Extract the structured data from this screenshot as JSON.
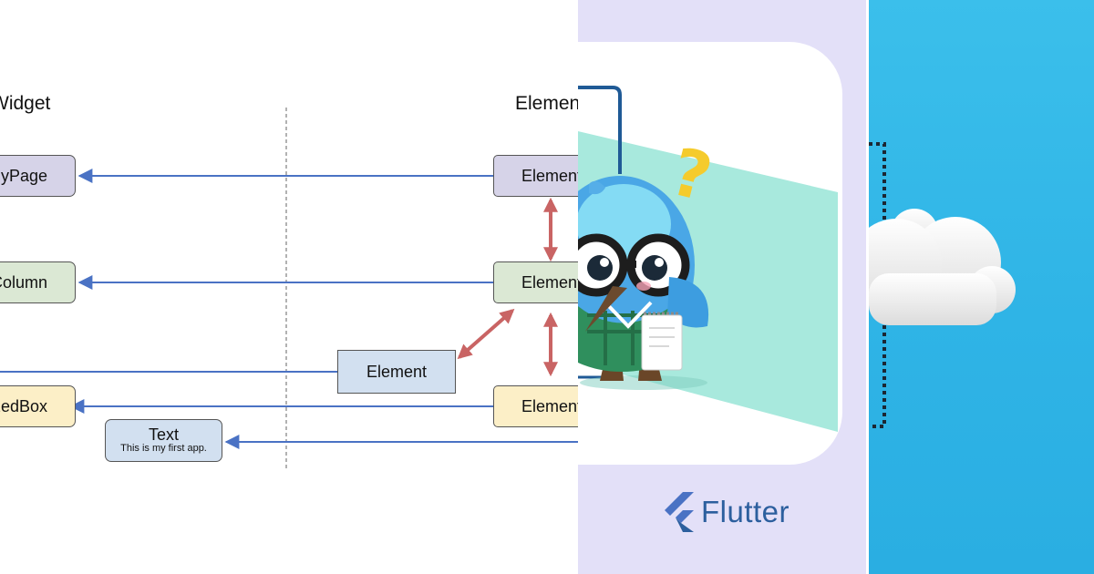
{
  "diagram": {
    "widget_header": "Widget",
    "element_header": "Element",
    "widgets": {
      "my_page": "MyPage",
      "column": "Column",
      "sized_box": "SizedBox",
      "text": {
        "title": "Text",
        "subtitle": "This is my first app."
      }
    },
    "elements": {
      "my_page_element": "Element",
      "column_element": "Element",
      "text_element": "Element",
      "sized_box_element": "Element"
    }
  },
  "flutter": {
    "question_mark": "?",
    "brand": "Flutter"
  },
  "colors": {
    "purple_node": "#d6d3e8",
    "green_node": "#dbe8d4",
    "yellow_node": "#fcefc7",
    "blue_node": "#d2e0f0",
    "blue_arrow": "#4a72c4",
    "red_arrow": "#c96464",
    "flutter_bg": "#e3e0f8",
    "mint_band": "#a8e9dd",
    "brand_blue": "#2c5f9e",
    "sky_blue": "#2fb4e6"
  },
  "icons": [
    "flutter-logo-icon",
    "dash-mascot",
    "cloud-icon"
  ]
}
